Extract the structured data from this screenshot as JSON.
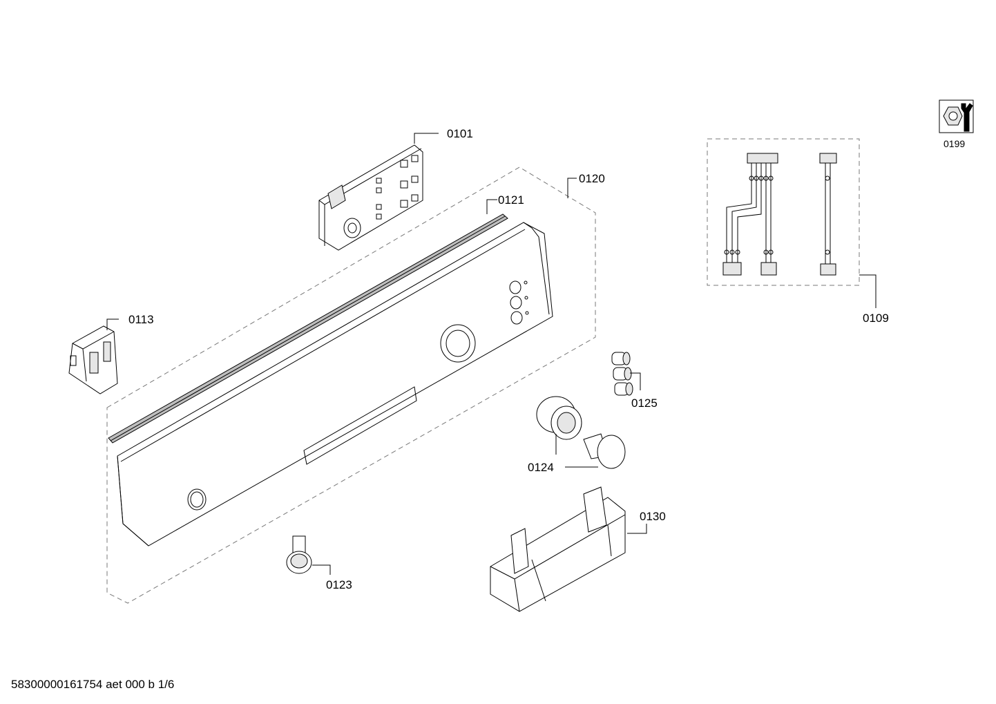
{
  "parts": {
    "p0101": "0101",
    "p0120": "0120",
    "p0121": "0121",
    "p0113": "0113",
    "p0109": "0109",
    "p0199": "0199",
    "p0125": "0125",
    "p0124": "0124",
    "p0130": "0130",
    "p0123": "0123"
  },
  "footer": "58300000161754 aet 000 b 1/6",
  "service_icon": "wrench-nut-icon"
}
